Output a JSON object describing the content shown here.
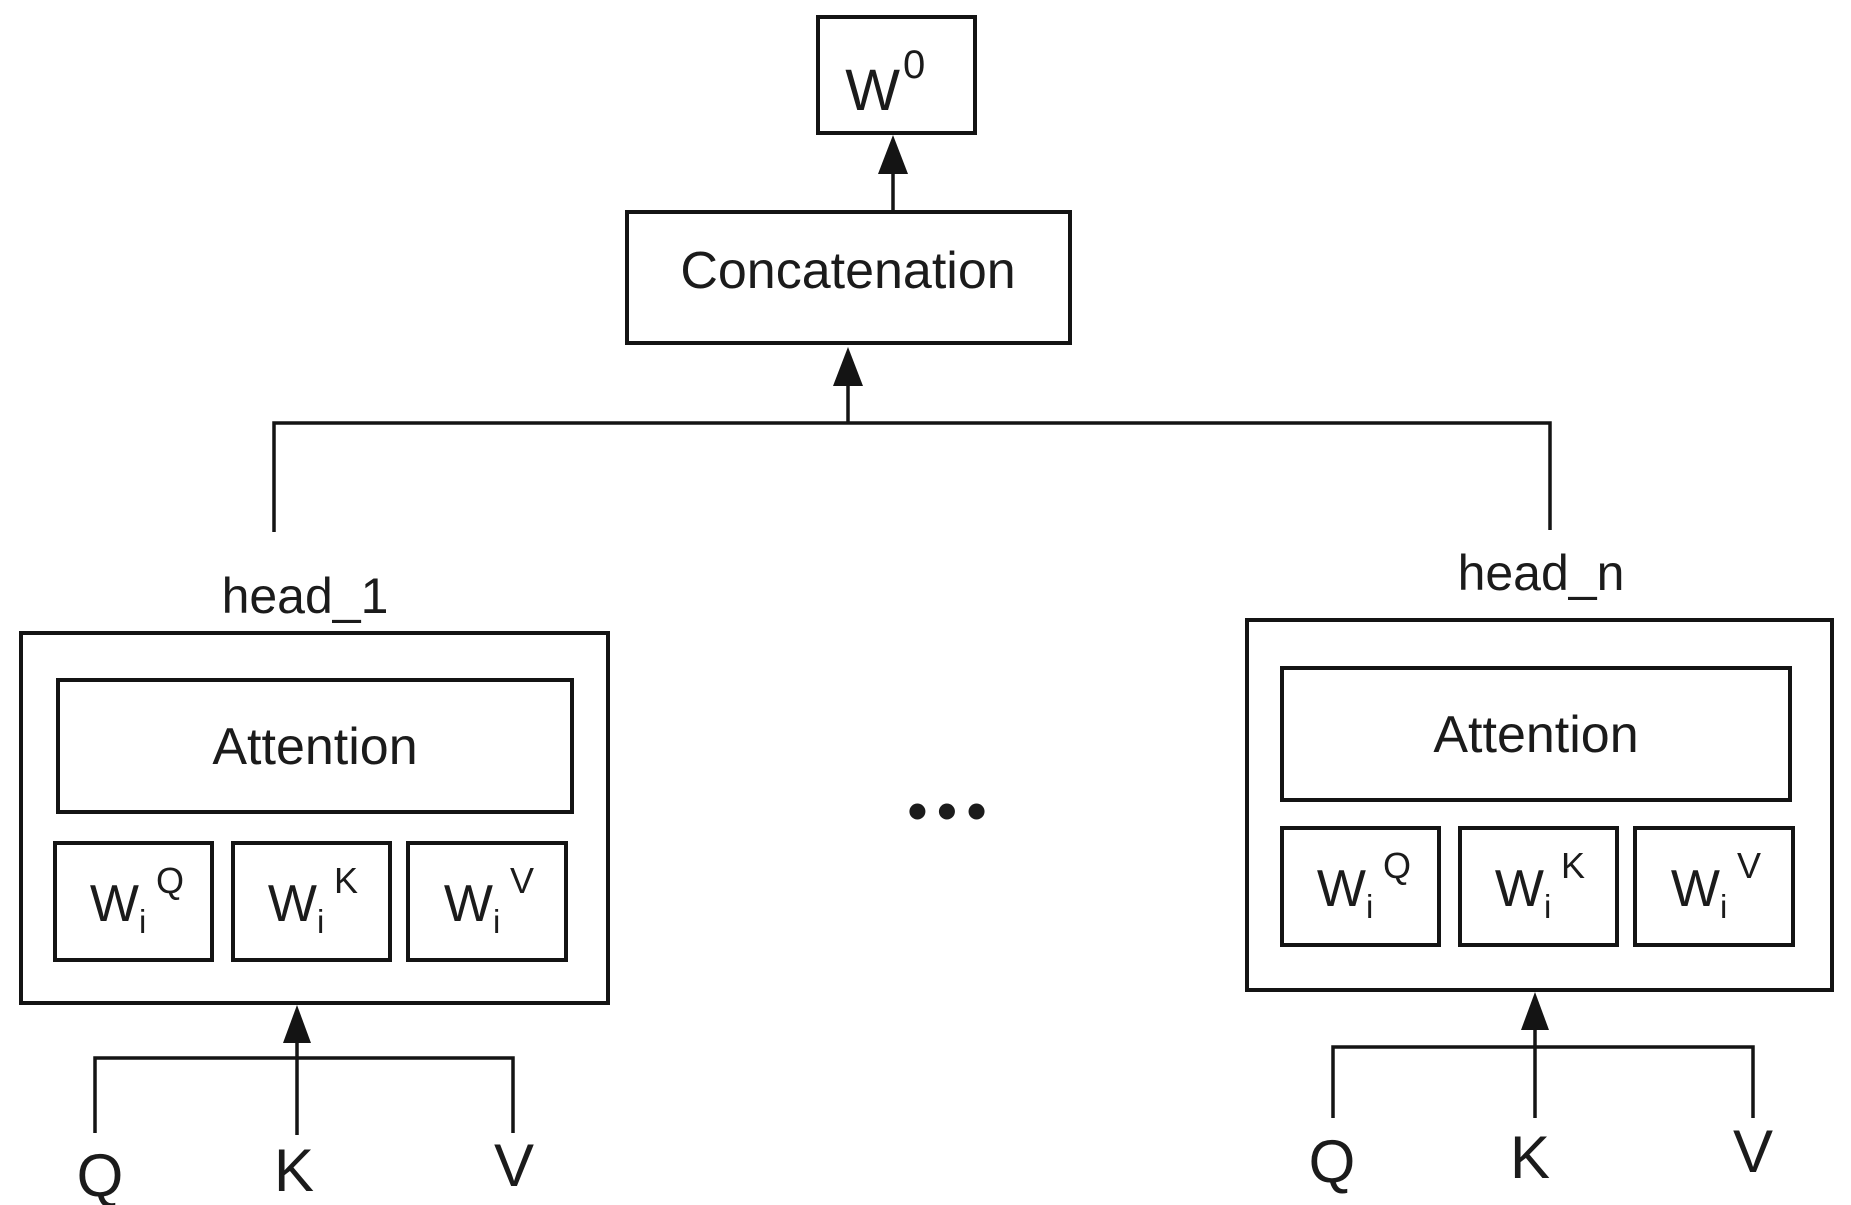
{
  "diagram": {
    "output_weight": {
      "base": "W",
      "sup": "0"
    },
    "concatenation_label": "Concatenation",
    "separator": "•••",
    "heads": [
      {
        "title": "head_1",
        "attention_label": "Attention",
        "weights": [
          {
            "base": "W",
            "sub": "i",
            "sup": "Q"
          },
          {
            "base": "W",
            "sub": "i",
            "sup": "K"
          },
          {
            "base": "W",
            "sub": "i",
            "sup": "V"
          }
        ],
        "inputs": {
          "q": "Q",
          "k": "K",
          "v": "V"
        }
      },
      {
        "title": "head_n",
        "attention_label": "Attention",
        "weights": [
          {
            "base": "W",
            "sub": "i",
            "sup": "Q"
          },
          {
            "base": "W",
            "sub": "i",
            "sup": "K"
          },
          {
            "base": "W",
            "sub": "i",
            "sup": "V"
          }
        ],
        "inputs": {
          "q": "Q",
          "k": "K",
          "v": "V"
        }
      }
    ]
  }
}
